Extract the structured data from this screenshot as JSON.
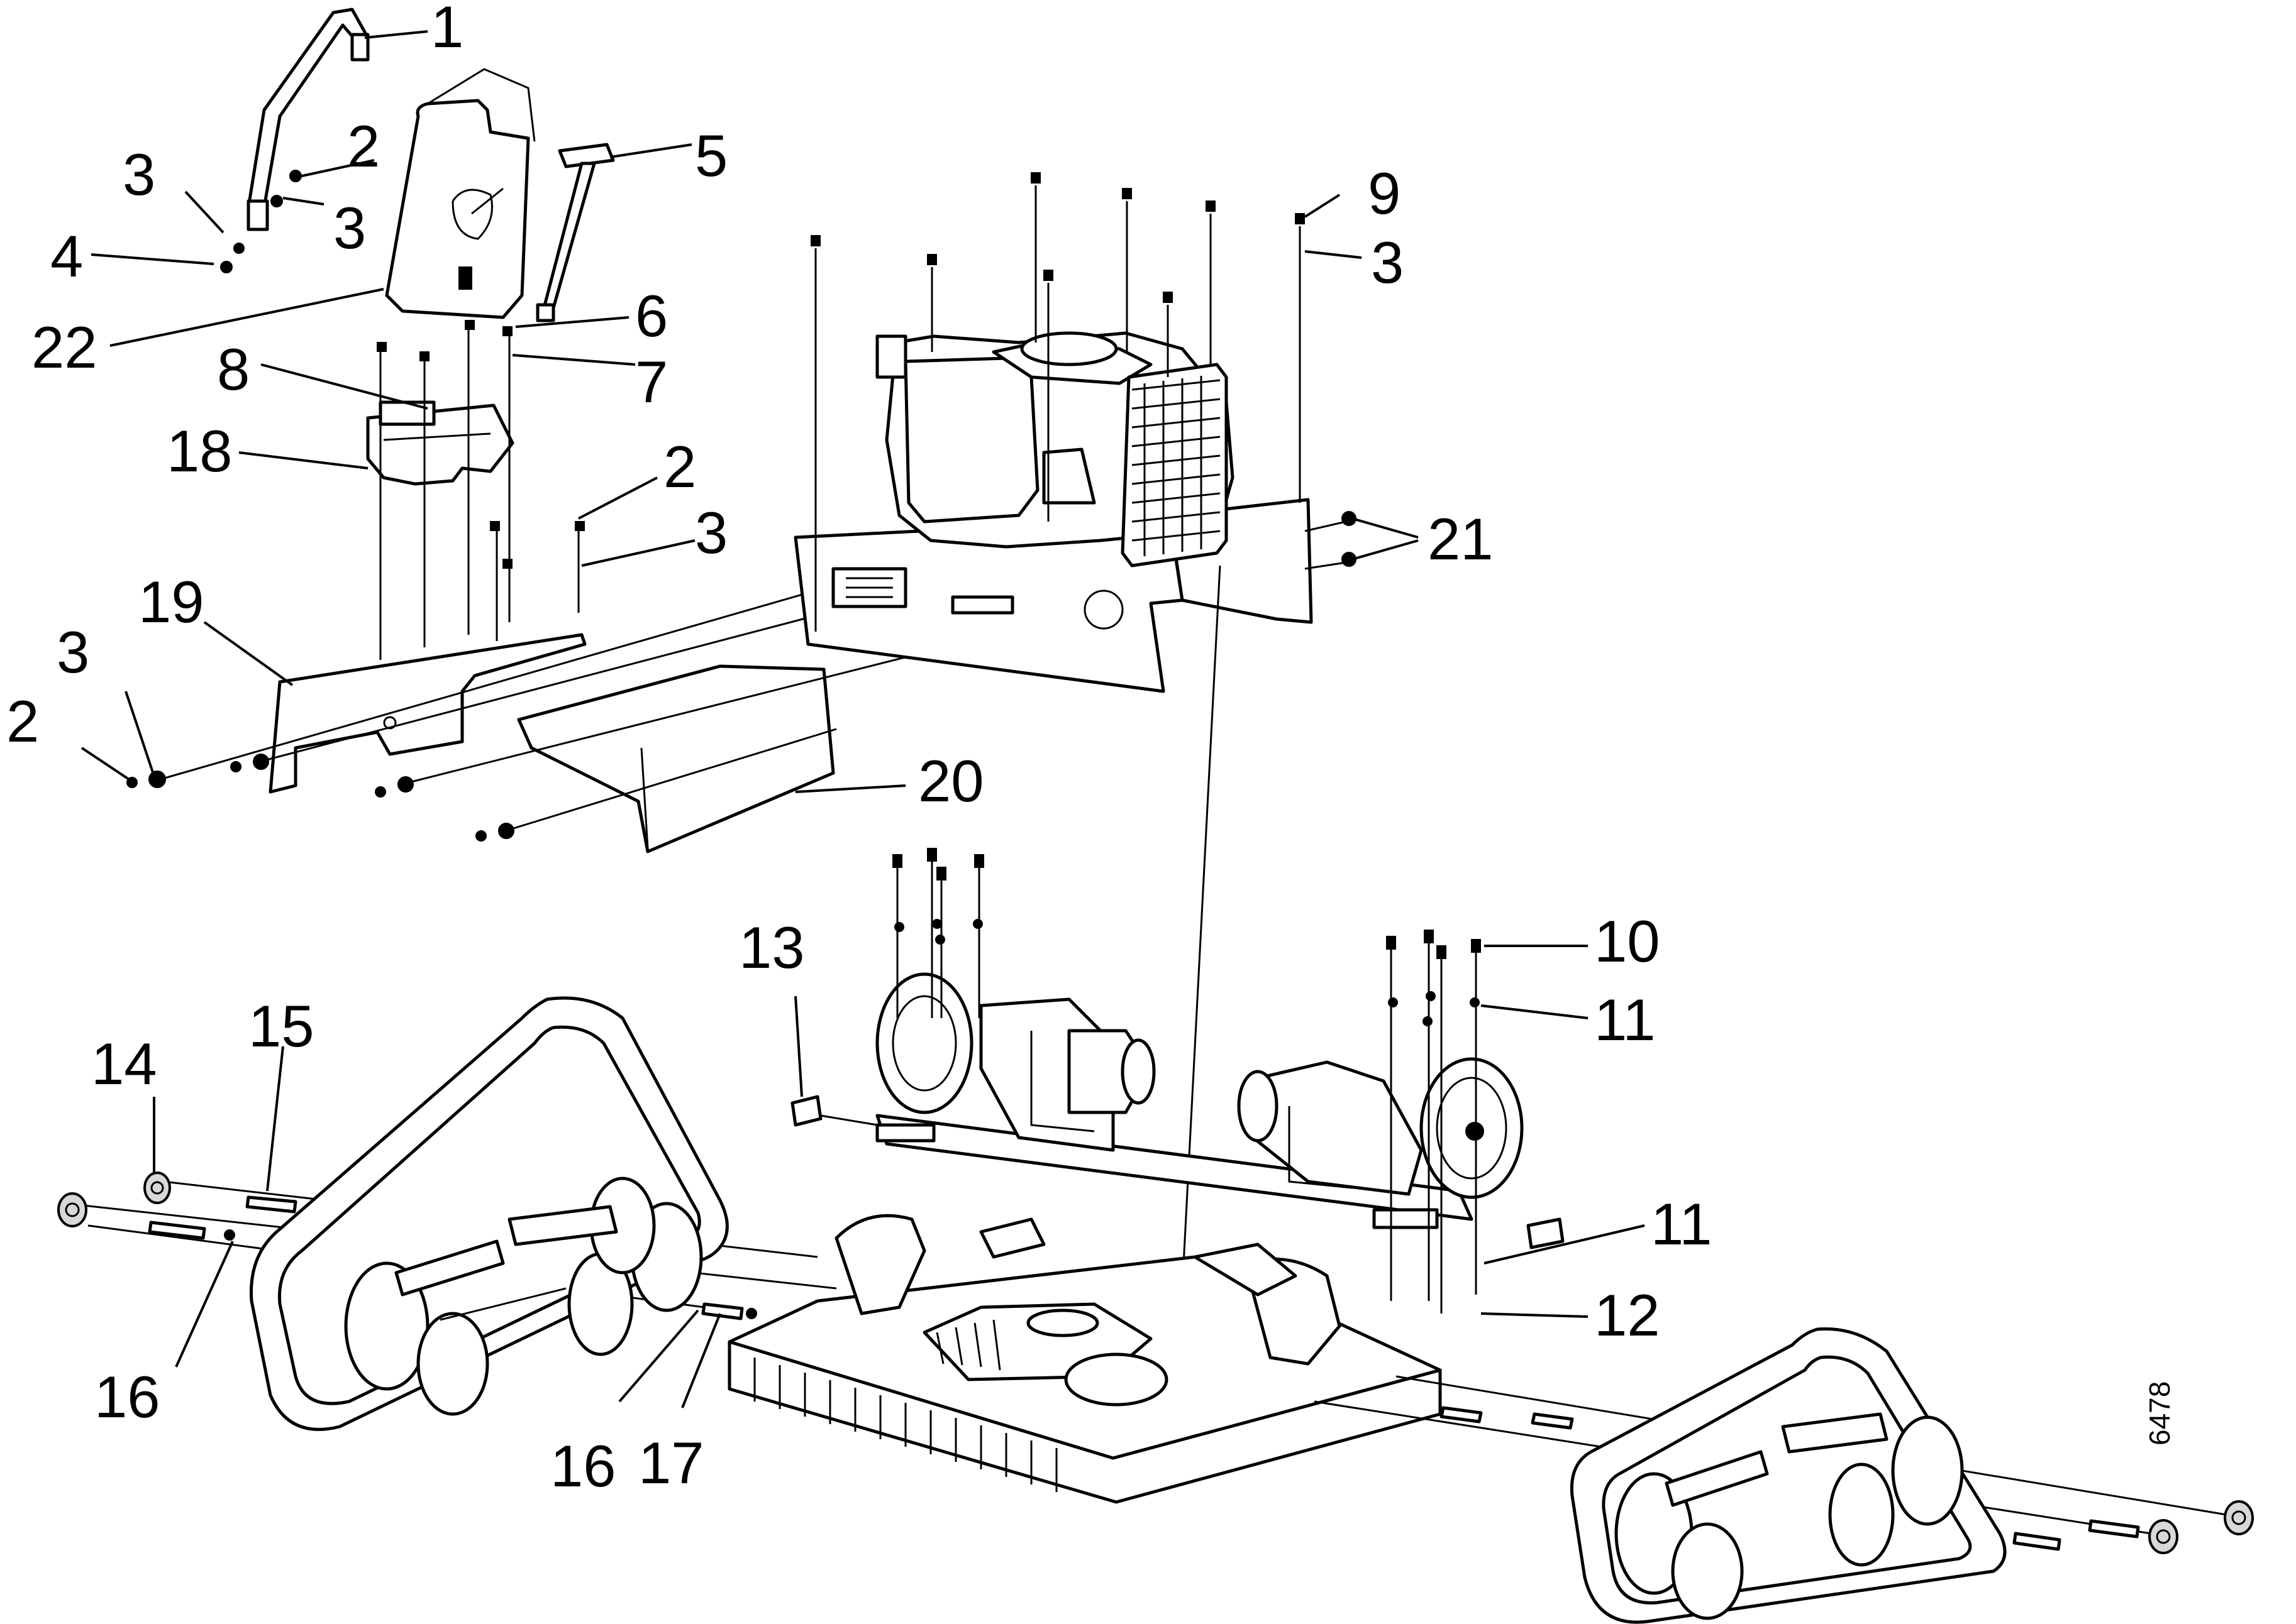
{
  "diagram": {
    "drawing_number": "6478",
    "callouts": [
      {
        "id": "c1",
        "label": "1"
      },
      {
        "id": "c2a",
        "label": "2"
      },
      {
        "id": "c3a",
        "label": "3"
      },
      {
        "id": "c3b",
        "label": "3"
      },
      {
        "id": "c4",
        "label": "4"
      },
      {
        "id": "c5",
        "label": "5"
      },
      {
        "id": "c22",
        "label": "22"
      },
      {
        "id": "c6",
        "label": "6"
      },
      {
        "id": "c7",
        "label": "7"
      },
      {
        "id": "c8",
        "label": "8"
      },
      {
        "id": "c18",
        "label": "18"
      },
      {
        "id": "c9",
        "label": "9"
      },
      {
        "id": "c3c",
        "label": "3"
      },
      {
        "id": "c2b",
        "label": "2"
      },
      {
        "id": "c3d",
        "label": "3"
      },
      {
        "id": "c21",
        "label": "21"
      },
      {
        "id": "c19",
        "label": "19"
      },
      {
        "id": "c3e",
        "label": "3"
      },
      {
        "id": "c2c",
        "label": "2"
      },
      {
        "id": "c20",
        "label": "20"
      },
      {
        "id": "c13",
        "label": "13"
      },
      {
        "id": "c10",
        "label": "10"
      },
      {
        "id": "c11a",
        "label": "11"
      },
      {
        "id": "c15",
        "label": "15"
      },
      {
        "id": "c14",
        "label": "14"
      },
      {
        "id": "c11b",
        "label": "11"
      },
      {
        "id": "c12",
        "label": "12"
      },
      {
        "id": "c16a",
        "label": "16"
      },
      {
        "id": "c16b",
        "label": "16"
      },
      {
        "id": "c17",
        "label": "17"
      }
    ]
  }
}
